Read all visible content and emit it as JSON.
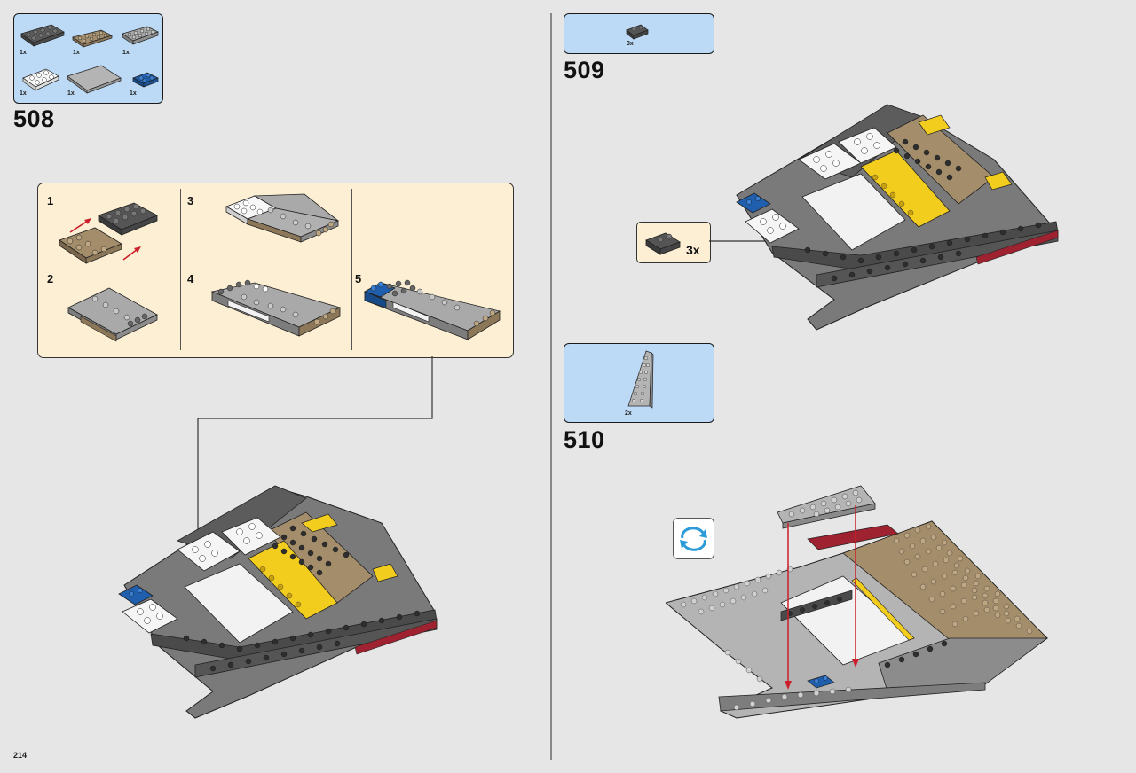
{
  "page_number": "214",
  "steps": [
    {
      "number": "508",
      "parts": [
        {
          "name": "dark-gray-plate-2x4",
          "qty": "1x"
        },
        {
          "name": "tan-plate-2x4",
          "qty": "1x"
        },
        {
          "name": "light-gray-plate-2x4",
          "qty": "1x"
        },
        {
          "name": "white-plate-2x3",
          "qty": "1x"
        },
        {
          "name": "light-gray-tile-4x4",
          "qty": "1x"
        },
        {
          "name": "blue-plate-2x2",
          "qty": "1x"
        }
      ],
      "substeps": [
        "1",
        "2",
        "3",
        "4",
        "5"
      ]
    },
    {
      "number": "509",
      "parts": [
        {
          "name": "dark-gray-bracket-1x2",
          "qty": "3x"
        }
      ],
      "callout_qty": "3x"
    },
    {
      "number": "510",
      "parts": [
        {
          "name": "light-gray-wedge-plate",
          "qty": "2x"
        }
      ]
    }
  ],
  "colors": {
    "background": "#e6e6e6",
    "parts_box": "#bcd9f5",
    "substep_box": "#fcefd3",
    "arrow_red": "#cc1f2b",
    "rotate_blue": "#2a9bd8"
  }
}
